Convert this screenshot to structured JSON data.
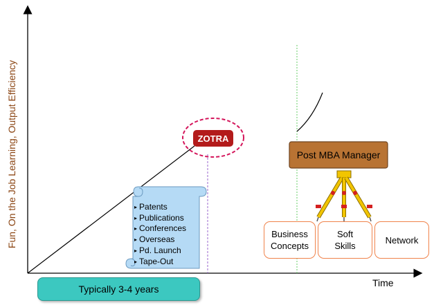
{
  "axes": {
    "y_label": "Fun, On the Job Learning, Output Efficiency",
    "x_label": "Time"
  },
  "timeline_label": "Typically 3-4 years",
  "zotra": {
    "label": "ZOTRA"
  },
  "scroll": {
    "items": [
      "Patents",
      "Publications",
      "Conferences",
      "Overseas",
      "Pd. Launch",
      "Tape-Out"
    ]
  },
  "manager_box": {
    "label": "Post MBA Manager"
  },
  "pillars": [
    {
      "line1": "Business",
      "line2": "Concepts"
    },
    {
      "line1": "Soft",
      "line2": "Skills"
    },
    {
      "line1": "Network",
      "line2": ""
    }
  ],
  "colors": {
    "axis_label": "#8B4513",
    "timeline_fill": "#3cc8c0",
    "zotra_fill": "#b31b1b",
    "zotra_ring": "#d4145a",
    "scroll_fill": "#b5daf5",
    "manager_fill": "#b87333",
    "tripod_leg": "#f2c500",
    "pillar_border": "#f0824a",
    "guide_purple": "#9966cc",
    "guide_green": "#66cc66"
  }
}
